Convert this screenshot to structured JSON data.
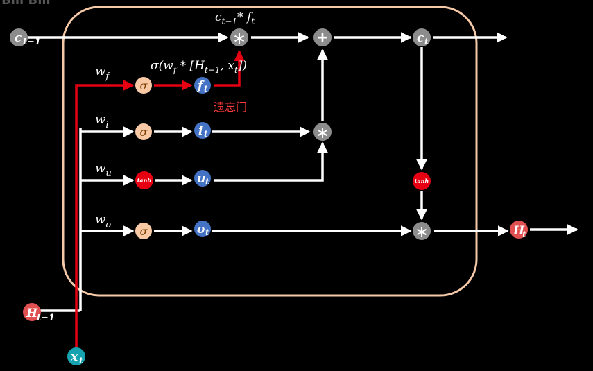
{
  "watermark": "Bili Bili",
  "inputs": {
    "c_prev": {
      "main": "c",
      "sub": "t−1"
    },
    "h_prev": {
      "main": "H",
      "sub": "t−1"
    },
    "x_t": {
      "main": "x",
      "sub": "t"
    }
  },
  "weights": {
    "wf": {
      "main": "w",
      "sub": "f"
    },
    "wi": {
      "main": "w",
      "sub": "i"
    },
    "wu": {
      "main": "w",
      "sub": "u"
    },
    "wo": {
      "main": "w",
      "sub": "o"
    }
  },
  "gates": {
    "sigma": "σ",
    "tanh": "tanh",
    "ft": {
      "main": "f",
      "sub": "t"
    },
    "it": {
      "main": "i",
      "sub": "t"
    },
    "ut": {
      "main": "u",
      "sub": "t"
    },
    "ot": {
      "main": "o",
      "sub": "t"
    }
  },
  "ops": {
    "mul": "∗",
    "add": "+"
  },
  "outputs": {
    "c_t": {
      "main": "c",
      "sub": "t"
    },
    "h_t": {
      "main": "H",
      "sub": "t"
    }
  },
  "annotations": {
    "top_formula": {
      "a": "c",
      "a_sub": "t−1",
      "b": "* f",
      "b_sub": "t"
    },
    "forget_formula": {
      "p1": "σ(w",
      "p1_sub": "f",
      "p2": " * [H",
      "p2_sub": "t−1",
      "p3": ", x",
      "p3_sub": "t",
      "p4": "])"
    },
    "forget_gate_cn": "遗忘门"
  },
  "colors": {
    "background": "#000000",
    "box_border": "#f5c9a8",
    "sigma_node": "#f8c9a4",
    "tanh_node": "#e60012",
    "blue_node": "#4472c4",
    "gray_node": "#7f7f7f",
    "red_node": "#e05050",
    "teal_node": "#17a2b0",
    "highlight_path": "#e60012",
    "forget_text": "#ff3b3b"
  }
}
